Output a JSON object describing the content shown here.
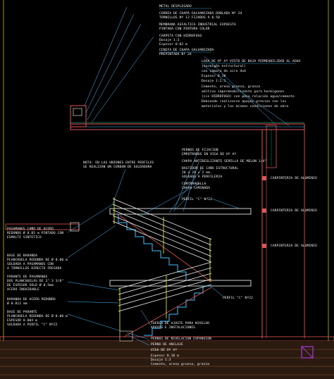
{
  "drawing": {
    "colors": {
      "background": "#000000",
      "structure": "#e05555",
      "leader": "#40c0ff",
      "frame": "#ffff00",
      "handrail": "#ffffff",
      "soil": "#8a5a3a",
      "sand": "#c8b48a",
      "accent": "#c040ff"
    },
    "roof_notes": [
      "METAL DESPLEGADO",
      "CORREA DE CHAPA GALVANIZADA DOBLADA Nº 24",
      "TORNILLOS Nº 12 FIJADOS A 0.50",
      "MEMBRANA ASFALTICA INDUSTRIAL EXPUESTA",
      "PINTADA CON PINTURA COLOR",
      "CARPETA CON HIDROFUGO",
      "Dosaje 1:3",
      "Espesor 0.02 m",
      "CENEFA DE CHAPA GALVANIZADA",
      "PREPINTADA Nº 24",
      "LOSA DE Hº Aº VISTO DE BAJA PERMEABILIDAD AL AGUA",
      "(hormigón estructural)",
      "con cámara de aire 4x4",
      "Espesor 0.10",
      "Dosaje 1:2:3",
      "Cemento, arena gruesa, granza",
      "aditivo impermeabilizante para hormigones",
      "(sin HIDROFUGO) con poca relación agua/cemento",
      "Debiendo realizarse apoyos previos con los",
      "materiales y las mismas condiciones de obra"
    ],
    "upper_notes": [
      "PERNOS DE FIJACION",
      "EMPOTRADOS EN VIGA DE Hº Aº",
      "CHAPA ANTIDESLIZANTE SEMILLA DE MELON 1/4\"",
      "BASTIDOR DE CAÑO ESTRUCTURAL",
      "20 x 20 x 2 mm.",
      "SOLDADO A PERFILERIA",
      "CONTRAHUELLA",
      "CHAPA LAMINADA",
      "PERFIL \"C\" Nº22"
    ],
    "weld_note": [
      "NOTA: EN LAS UNIONES ENTRE PERFILES",
      "SE REALIZAN UN CORDON DE SOLDADURA"
    ],
    "carpentry_labels": [
      "CARPINTERIA DE ALUMINIO",
      "CARPINTERIA DE ALUMINIO",
      "CARPINTERIA DE ALUMINIO"
    ],
    "left_notes": [
      "PASAMANOS CAÑO DE ACERO",
      "REDONDO Ø 0.05 m PINTADO CON",
      "ESMALTE SINTETICO",
      "BASE DE BARANDA",
      "PLANCHUELA REDONDA DE Ø 0.00 m",
      "SOLDADA A PASAMANOS CON",
      "4 TORNILLOS DIRECTO FRESADA",
      "PARANTE DE PASAMANOS",
      "DOS PLANCHUELAS DE 3\" 3 3/8\"",
      "DE ESPESOR SOLD Ø 0.5mm",
      "ACERO INOXIDABLE",
      "BARANDA DE ACERO REDONDO",
      "Ø 0.012 mm",
      "BASE DE PARANTE",
      "PLANCHUELA REDONDA DE Ø 0.00 m",
      "ESPESOR 0.004 m",
      "SOLDADA A PERFIL \"C\" Nº22"
    ],
    "lower_labels": [
      "PERFIL \"C\" Nº22",
      "TUERCA DE AJUSTE PARA NIVELAR",
      "APOYOS E INSTALACIONES"
    ],
    "base_notes": [
      "PERNOS DE NIVELACION EXPANSION",
      "PERNO DE ANCLAJE",
      "VIGA DE Hº Aº",
      "Espesor 0.10 m",
      "Dosaje 1:3",
      "Cemento, arena gruesa, granza"
    ]
  }
}
